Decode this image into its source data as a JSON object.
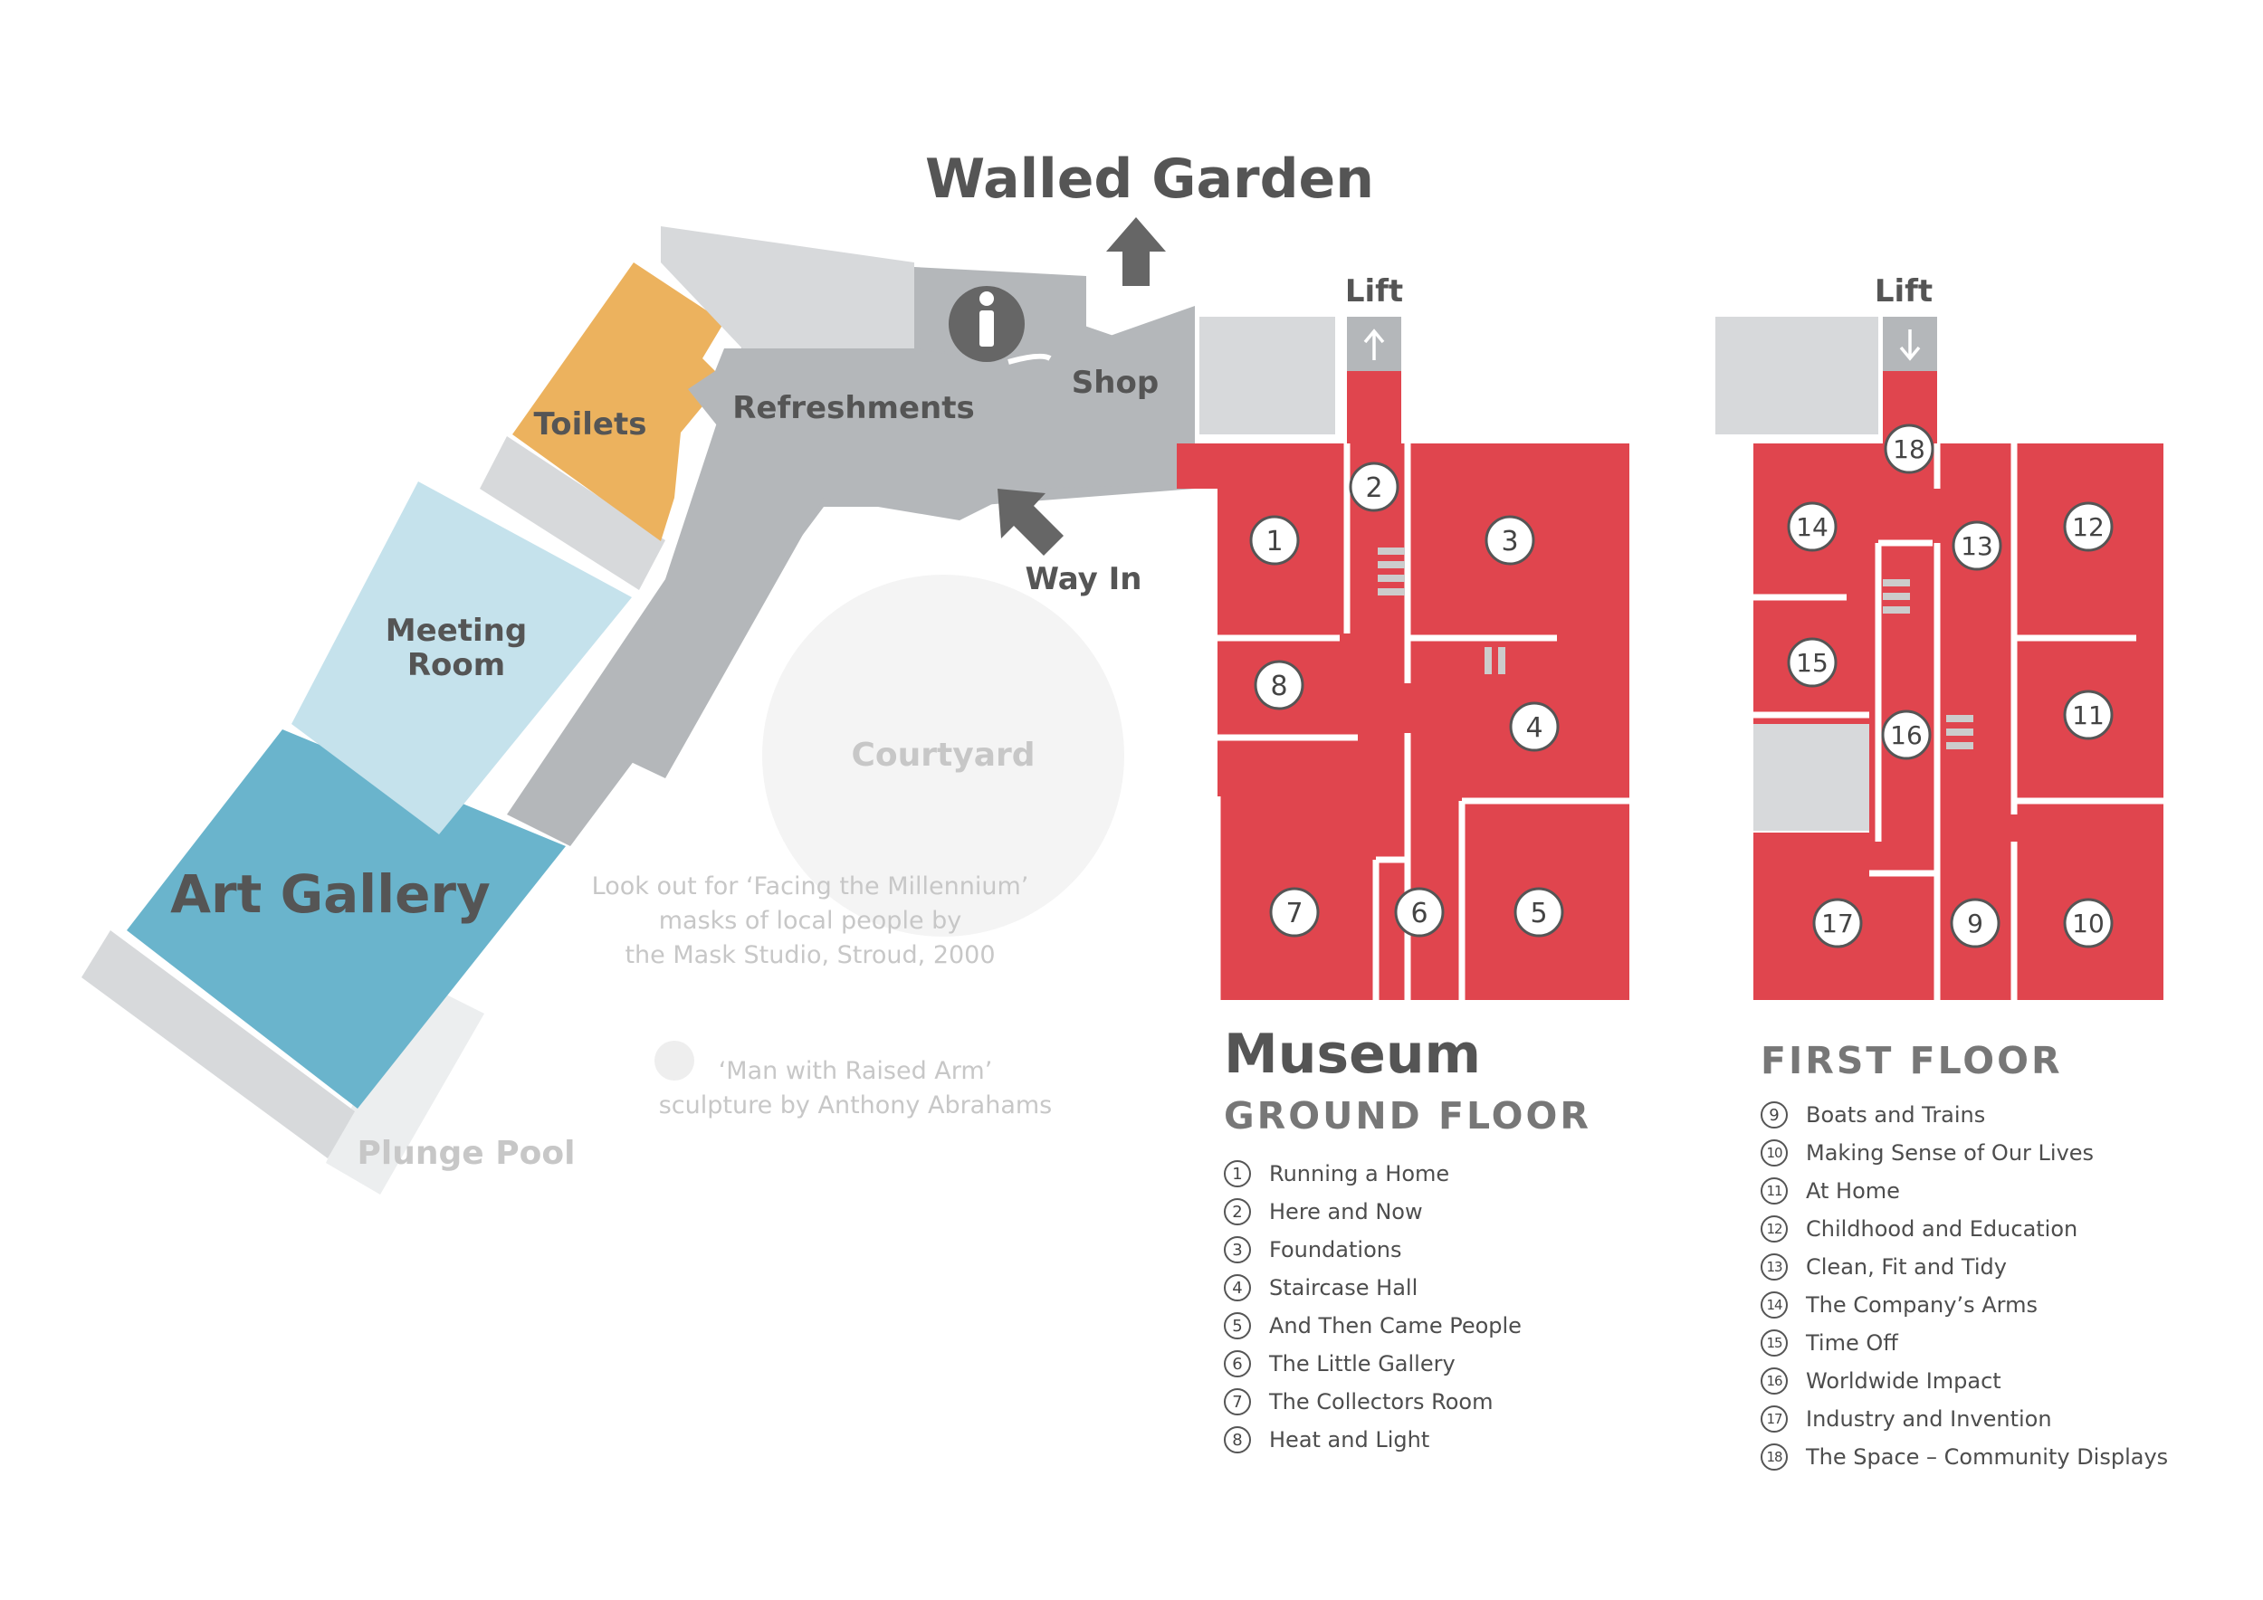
{
  "map": {
    "title": "Walled Garden",
    "colors": {
      "museum": "#e0454e",
      "corridor": "#b4b7ba",
      "light_grey": "#d7d9db",
      "toilets": "#ecb25e",
      "meeting_room": "#c5e2ec",
      "art_gallery": "#6ab4cc",
      "text_dark": "#555555",
      "text_light": "#c7c7c7"
    },
    "labels": {
      "toilets": "Toilets",
      "refreshments": "Refreshments",
      "shop": "Shop",
      "meeting_room_line1": "Meeting",
      "meeting_room_line2": "Room",
      "art_gallery": "Art Gallery",
      "way_in": "Way In",
      "courtyard": "Courtyard",
      "plunge_pool": "Plunge Pool",
      "lift_ground": "Lift",
      "lift_first": "Lift",
      "info_icon": "i"
    },
    "notes": {
      "masks_line1": "Look out for ‘Facing the Millennium’",
      "masks_line2": "masks of local people by",
      "masks_line3": "the Mask Studio, Stroud, 2000",
      "sculpture_line1": "‘Man with Raised Arm’",
      "sculpture_line2": "sculpture by Anthony Abrahams"
    },
    "ground_floor_rooms": [
      "1",
      "2",
      "3",
      "4",
      "5",
      "6",
      "7",
      "8"
    ],
    "first_floor_rooms": [
      "9",
      "10",
      "11",
      "12",
      "13",
      "14",
      "15",
      "16",
      "17",
      "18"
    ]
  },
  "legend": {
    "museum_title": "Museum",
    "ground_floor_title": "GROUND FLOOR",
    "ground_floor_items": [
      {
        "num": "1",
        "label": "Running a Home"
      },
      {
        "num": "2",
        "label": "Here and Now"
      },
      {
        "num": "3",
        "label": "Foundations"
      },
      {
        "num": "4",
        "label": "Staircase Hall"
      },
      {
        "num": "5",
        "label": "And Then Came People"
      },
      {
        "num": "6",
        "label": "The Little Gallery"
      },
      {
        "num": "7",
        "label": "The Collectors Room"
      },
      {
        "num": "8",
        "label": "Heat and Light"
      }
    ],
    "first_floor_title": "FIRST FLOOR",
    "first_floor_items": [
      {
        "num": "9",
        "label": "Boats and Trains"
      },
      {
        "num": "10",
        "label": "Making Sense of Our Lives"
      },
      {
        "num": "11",
        "label": "At Home"
      },
      {
        "num": "12",
        "label": "Childhood and Education"
      },
      {
        "num": "13",
        "label": "Clean, Fit and Tidy"
      },
      {
        "num": "14",
        "label": "The Company’s Arms"
      },
      {
        "num": "15",
        "label": "Time Off"
      },
      {
        "num": "16",
        "label": "Worldwide Impact"
      },
      {
        "num": "17",
        "label": "Industry and Invention"
      },
      {
        "num": "18",
        "label": "The Space – Community Displays"
      }
    ]
  }
}
